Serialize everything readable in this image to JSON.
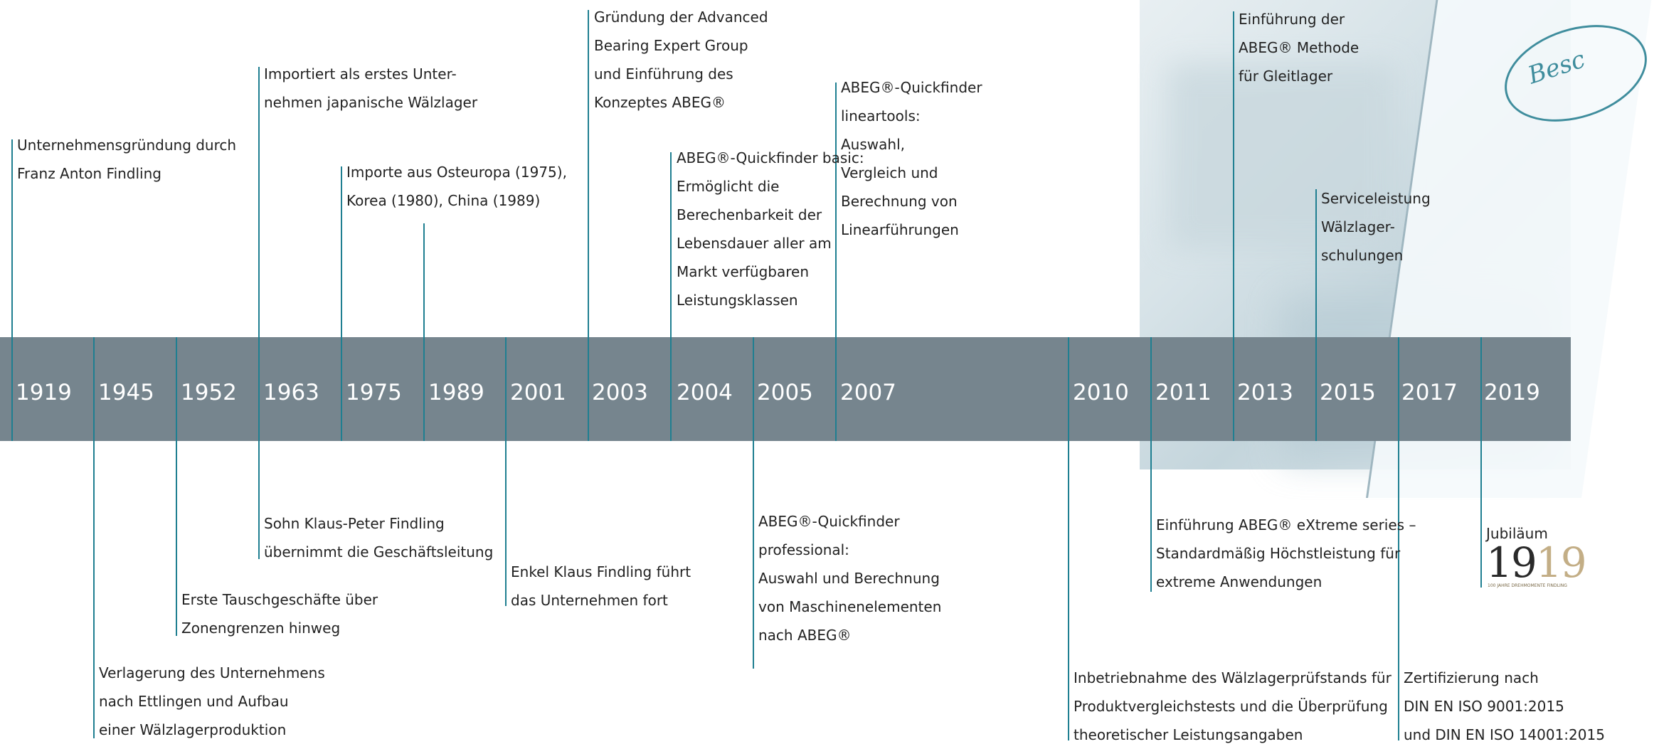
{
  "timeline": {
    "years": [
      "1919",
      "1945",
      "1952",
      "1963",
      "1975",
      "1989",
      "2001",
      "2003",
      "2004",
      "2005",
      "2007",
      "2010",
      "2011",
      "2013",
      "2015",
      "2017",
      "2019"
    ],
    "events_above": {
      "e1919": [
        "Unternehmensgründung durch",
        "Franz Anton Findling"
      ],
      "e1963": [
        "Importiert als erstes Unter-",
        "nehmen japanische Wälzlager"
      ],
      "e1975": [
        "Importe aus Osteuropa (1975),",
        "Korea (1980), China (1989)"
      ],
      "e2003": [
        "Gründung der Advanced",
        "Bearing Expert Group",
        "und Einführung des",
        "Konzeptes ABEG®"
      ],
      "e2004": [
        "ABEG®-Quickfinder basic:",
        "Ermöglicht die",
        "Berechenbarkeit der",
        "Lebensdauer aller am",
        "Markt verfügbaren",
        "Leistungsklassen"
      ],
      "e2007": [
        "ABEG®-Quickfinder",
        "lineartools:",
        "Auswahl,",
        "Vergleich und",
        "Berechnung von",
        "Linearführungen"
      ],
      "e2013": [
        "Einführung der",
        "ABEG® Methode",
        "für Gleitlager"
      ],
      "e2015": [
        "Serviceleistung",
        "Wälzlager-",
        "schulungen"
      ]
    },
    "events_below": {
      "e1945": [
        "Verlagerung des Unternehmens",
        "nach Ettlingen und Aufbau",
        "einer Wälzlagerproduktion"
      ],
      "e1952": [
        "Erste Tauschgeschäfte über",
        "Zonengrenzen hinweg"
      ],
      "e1963": [
        "Sohn Klaus-Peter Findling",
        "übernimmt die Geschäftsleitung"
      ],
      "e2001": [
        "Enkel Klaus Findling führt",
        "das Unternehmen fort"
      ],
      "e2005": [
        "ABEG®-Quickfinder",
        "professional:",
        "Auswahl und Berechnung",
        "von Maschinenelementen",
        "nach ABEG®"
      ],
      "e2010": [
        "Inbetriebnahme des Wälzlagerprüfstands für",
        "Produktvergleichstests und die Überprüfung",
        "theoretischer Leistungsangaben"
      ],
      "e2011": [
        "Einführung ABEG® eXtreme series –",
        "Standardmäßig Höchstleistung für",
        "extreme Anwendungen"
      ],
      "e2017": [
        "Zertifizierung nach",
        "DIN EN ISO 9001:2015",
        "und DIN EN ISO 14001:2015"
      ],
      "e2019": [
        "Jubiläum"
      ]
    }
  },
  "logo": {
    "digits_dark": "19",
    "digits_light": "19",
    "tagline": "100 JAHRE DREHMOMENTE FINDLING"
  },
  "photo": {
    "sticker_text": "Besc"
  },
  "colors": {
    "band": "#76858e",
    "line": "#1f7f91",
    "year_text": "#ffffff",
    "note_text": "#222222",
    "logo_gold": "#c3ae86"
  }
}
